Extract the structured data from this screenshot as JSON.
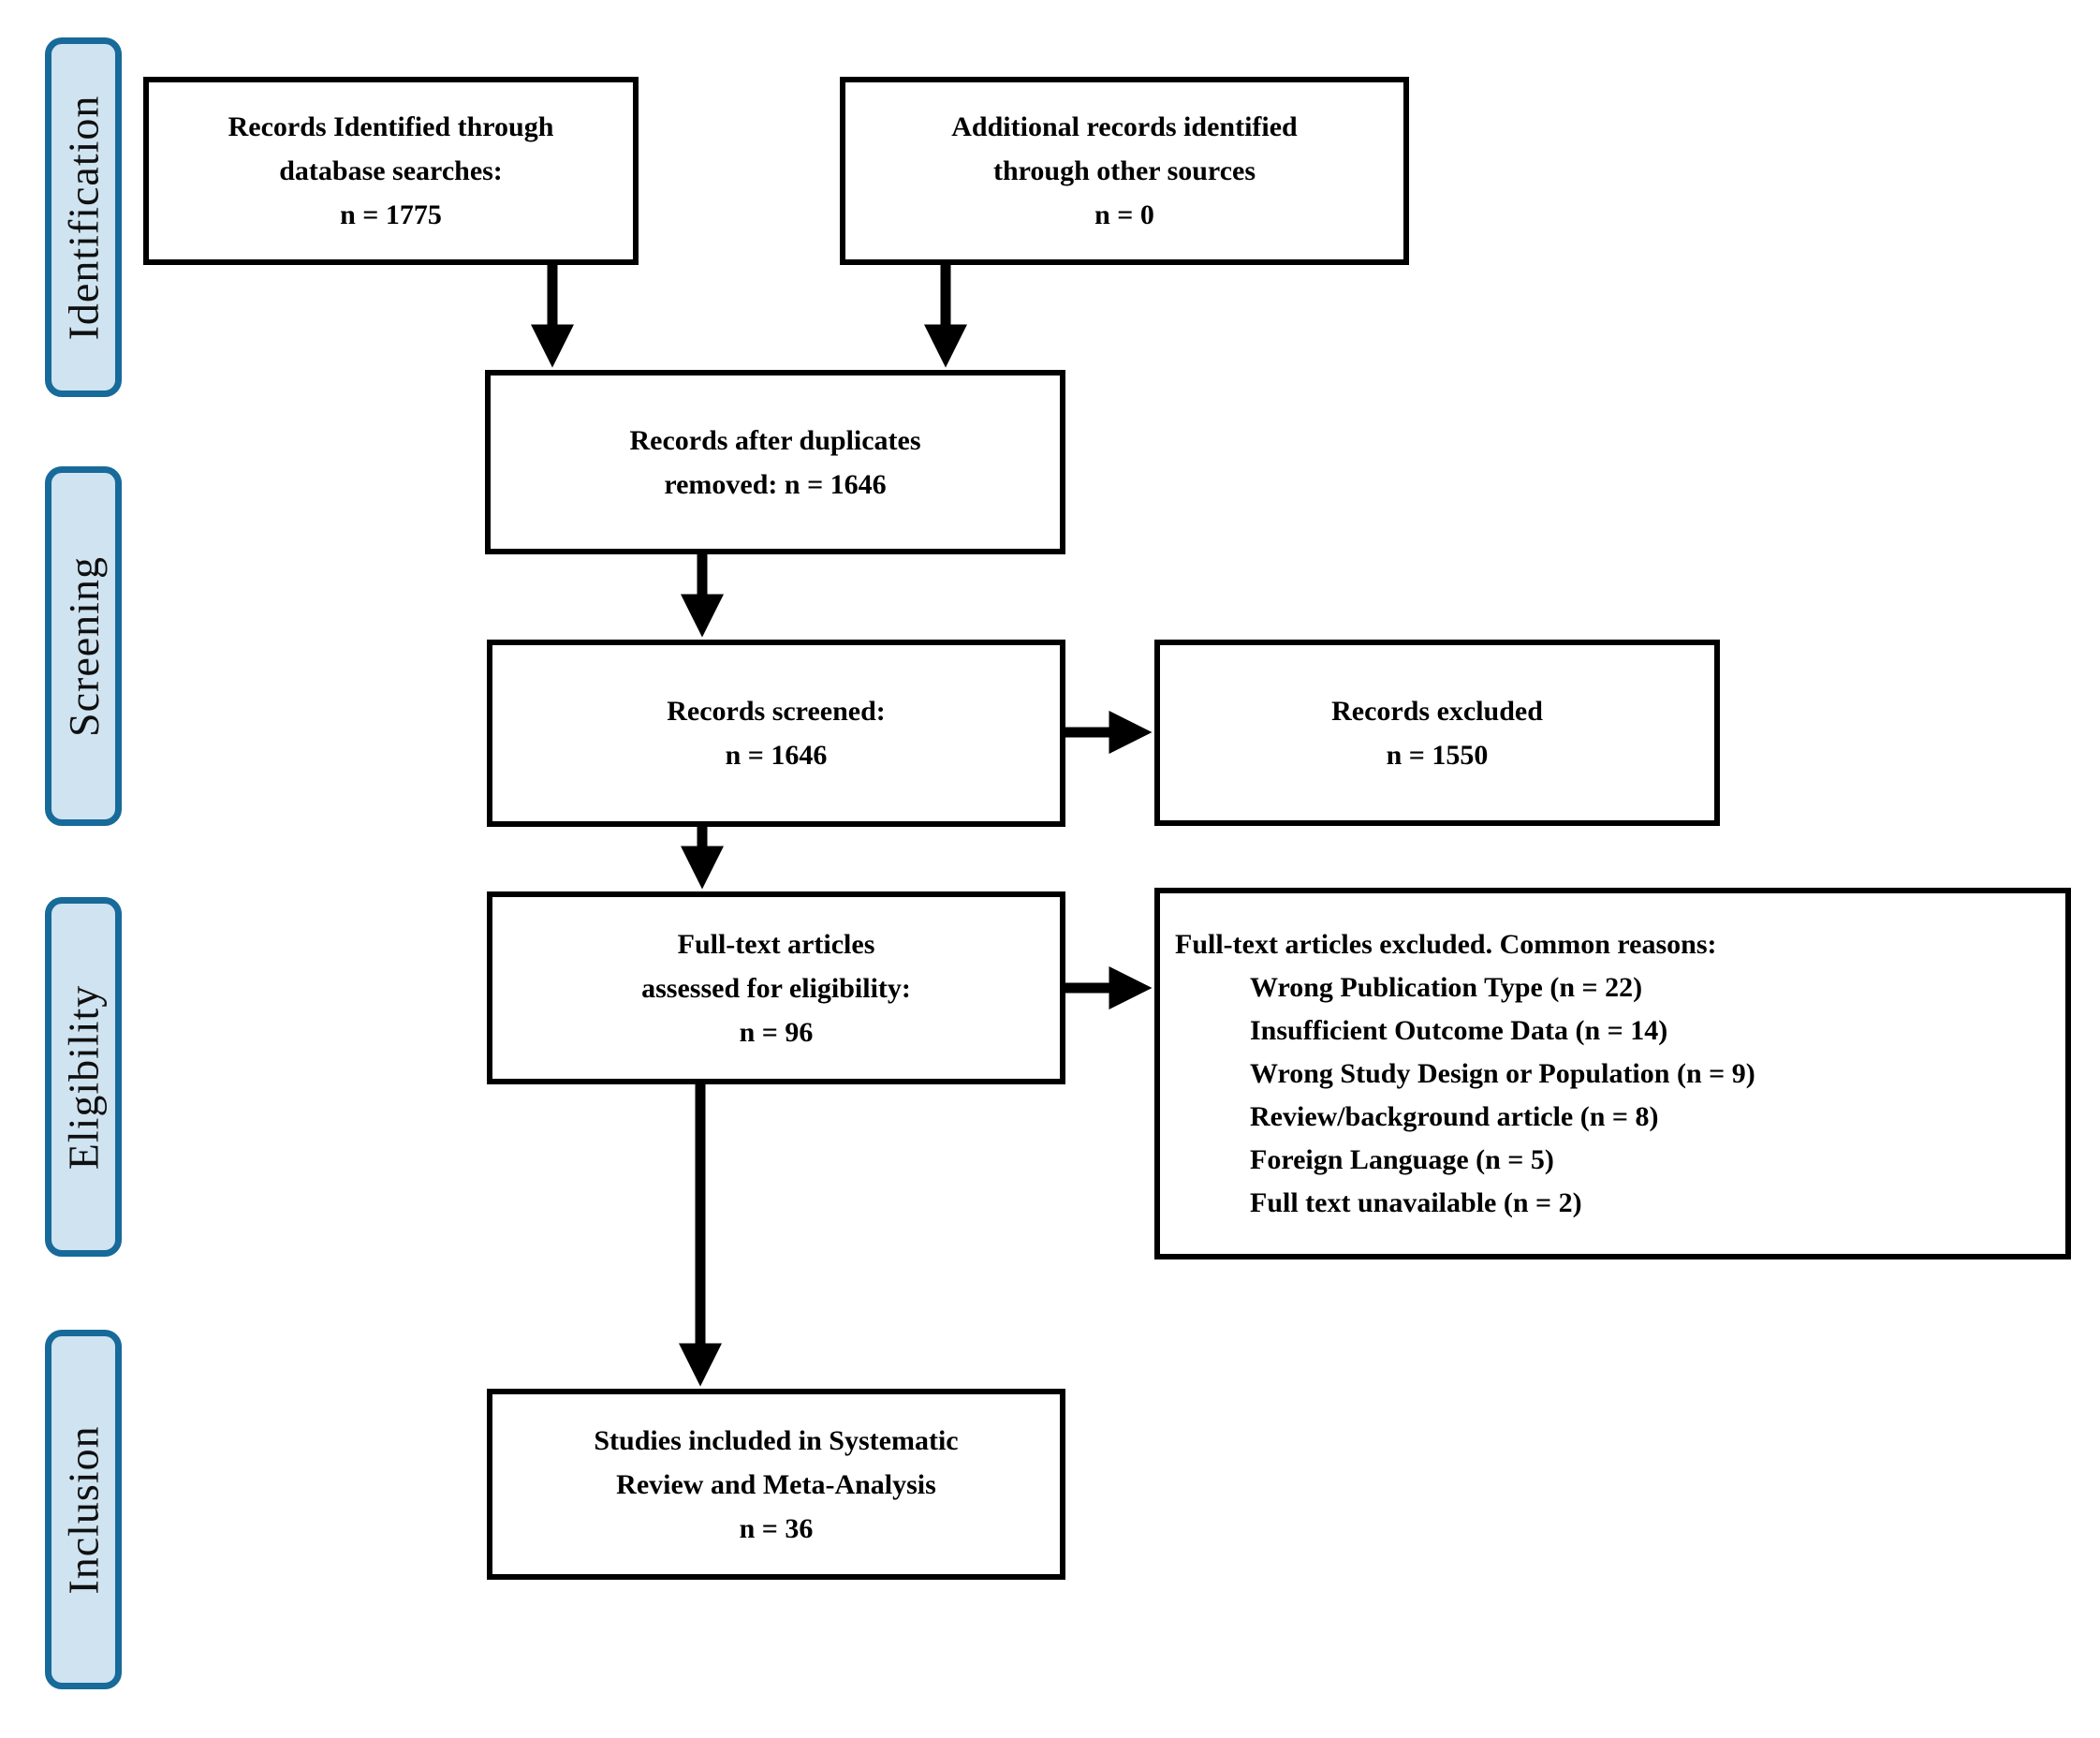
{
  "sidebar": {
    "stages": [
      "Identification",
      "Screening",
      "Eligibility",
      "Inclusion"
    ]
  },
  "boxes": {
    "records_identified": {
      "lines": [
        "Records Identified through",
        "database searches:",
        "n = 1775"
      ]
    },
    "additional_records": {
      "lines": [
        "Additional records identified",
        "through other sources",
        "n = 0"
      ]
    },
    "duplicates_removed": {
      "lines": [
        "Records after duplicates",
        "removed: n = 1646"
      ]
    },
    "records_screened": {
      "lines": [
        "Records screened:",
        "n = 1646"
      ]
    },
    "records_excluded": {
      "lines": [
        "Records excluded",
        "n = 1550"
      ]
    },
    "fulltext_assessed": {
      "lines": [
        "Full-text articles",
        "assessed for eligibility:",
        "n = 96"
      ]
    },
    "fulltext_excluded": {
      "header": "Full-text articles excluded. Common reasons:",
      "reasons": [
        "Wrong Publication Type (n = 22)",
        "Insufficient Outcome Data (n = 14)",
        "Wrong Study Design or Population (n = 9)",
        "Review/background article (n = 8)",
        "Foreign Language (n = 5)",
        "Full text unavailable (n = 2)"
      ]
    },
    "studies_included": {
      "lines": [
        "Studies included in Systematic",
        "Review and Meta-Analysis",
        "n = 36"
      ]
    }
  },
  "colors": {
    "stage_fill": "#cfe3f1",
    "stage_border": "#176a99",
    "box_border": "#000000",
    "arrow": "#000000",
    "background": "#ffffff",
    "text": "#000000"
  }
}
